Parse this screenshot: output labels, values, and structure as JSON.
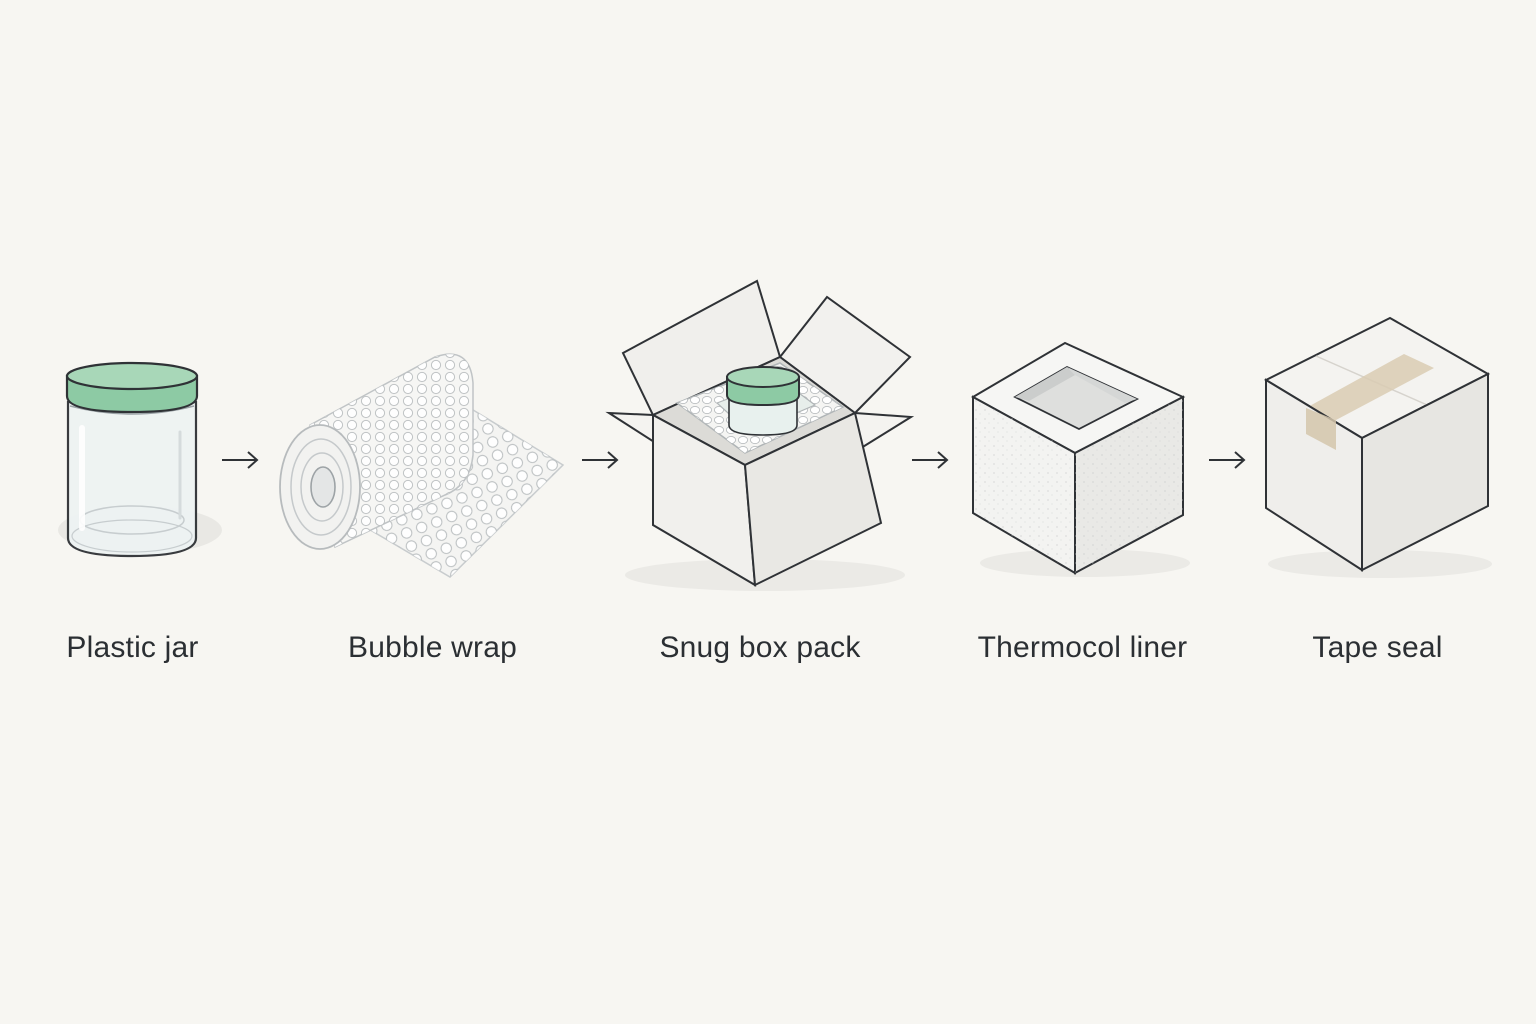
{
  "diagram": {
    "steps": [
      {
        "label": "Plastic jar",
        "icon": "plastic-jar-icon"
      },
      {
        "label": "Bubble wrap",
        "icon": "bubble-wrap-icon"
      },
      {
        "label": "Snug box pack",
        "icon": "snug-box-pack-icon"
      },
      {
        "label": "Thermocol liner",
        "icon": "thermocol-liner-icon"
      },
      {
        "label": "Tape seal",
        "icon": "tape-seal-icon"
      }
    ],
    "arrow_icon": "right-arrow-icon",
    "colors": {
      "background": "#f7f6f2",
      "lid_green": "#8dcaa4",
      "outline": "#2f3236",
      "label_text": "#2b2f33",
      "tape": "#d9cbb3"
    }
  }
}
